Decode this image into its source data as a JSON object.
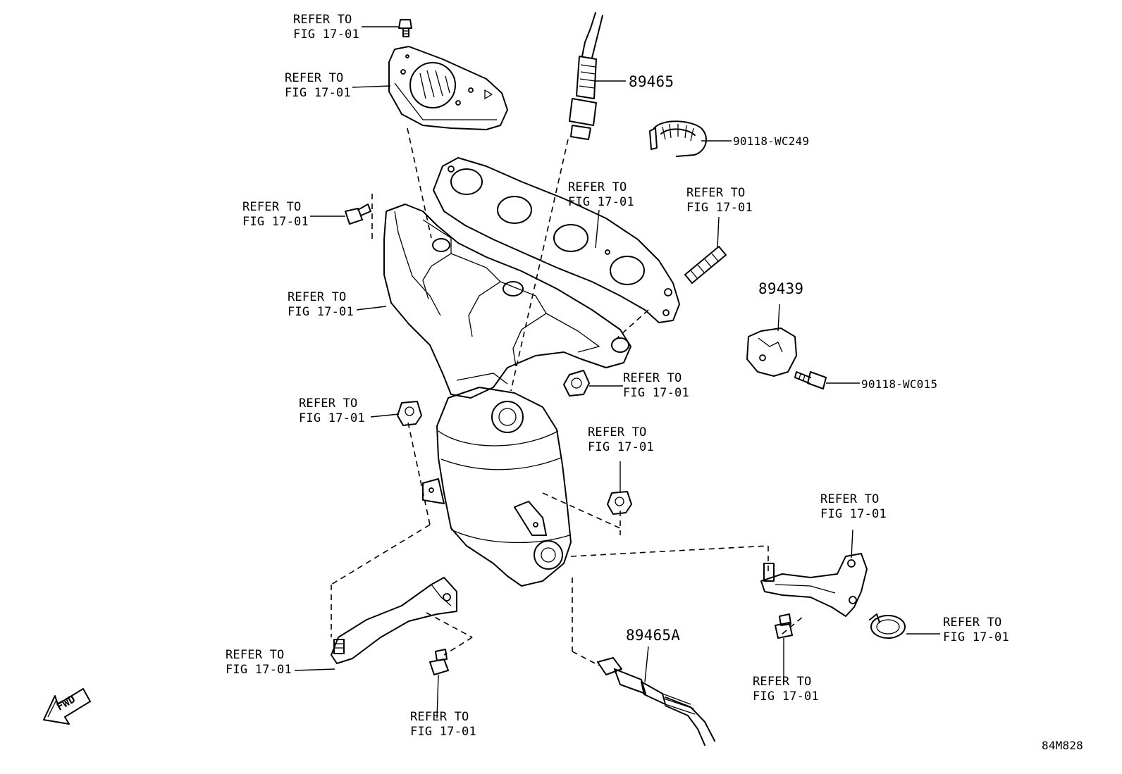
{
  "callouts": {
    "refer_text_line1": "REFER TO",
    "refer_text_line2": "FIG 17-01"
  },
  "parts": {
    "oxygen_sensor_upper": "89465",
    "oxygen_sensor_lower": "89465A",
    "clamp_upper": "90118-WC249",
    "heat_insulator": "89439",
    "bolt_right": "90118-WC015"
  },
  "diagram_code": "84M828",
  "fwd_label": "FWD"
}
